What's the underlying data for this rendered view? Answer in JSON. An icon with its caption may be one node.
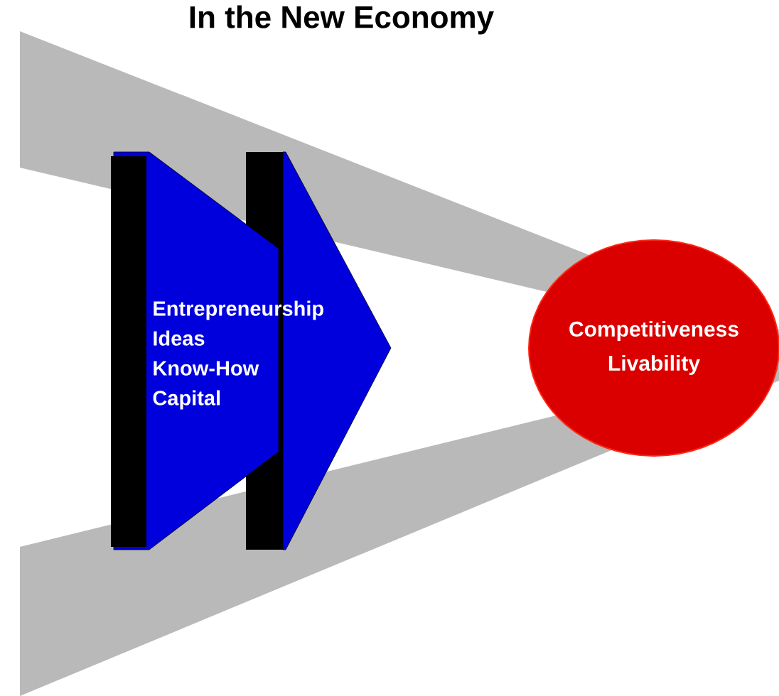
{
  "diagram": {
    "title": "In the New Economy",
    "nodes": [
      {
        "text": [
          "Entrepreneurship",
          "Ideas",
          "Know-How",
          "Capital"
        ]
      },
      {
        "text": [],
        "shape": "arrow"
      },
      {
        "text": [
          "Competitiveness",
          "Livability"
        ]
      }
    ]
  }
}
